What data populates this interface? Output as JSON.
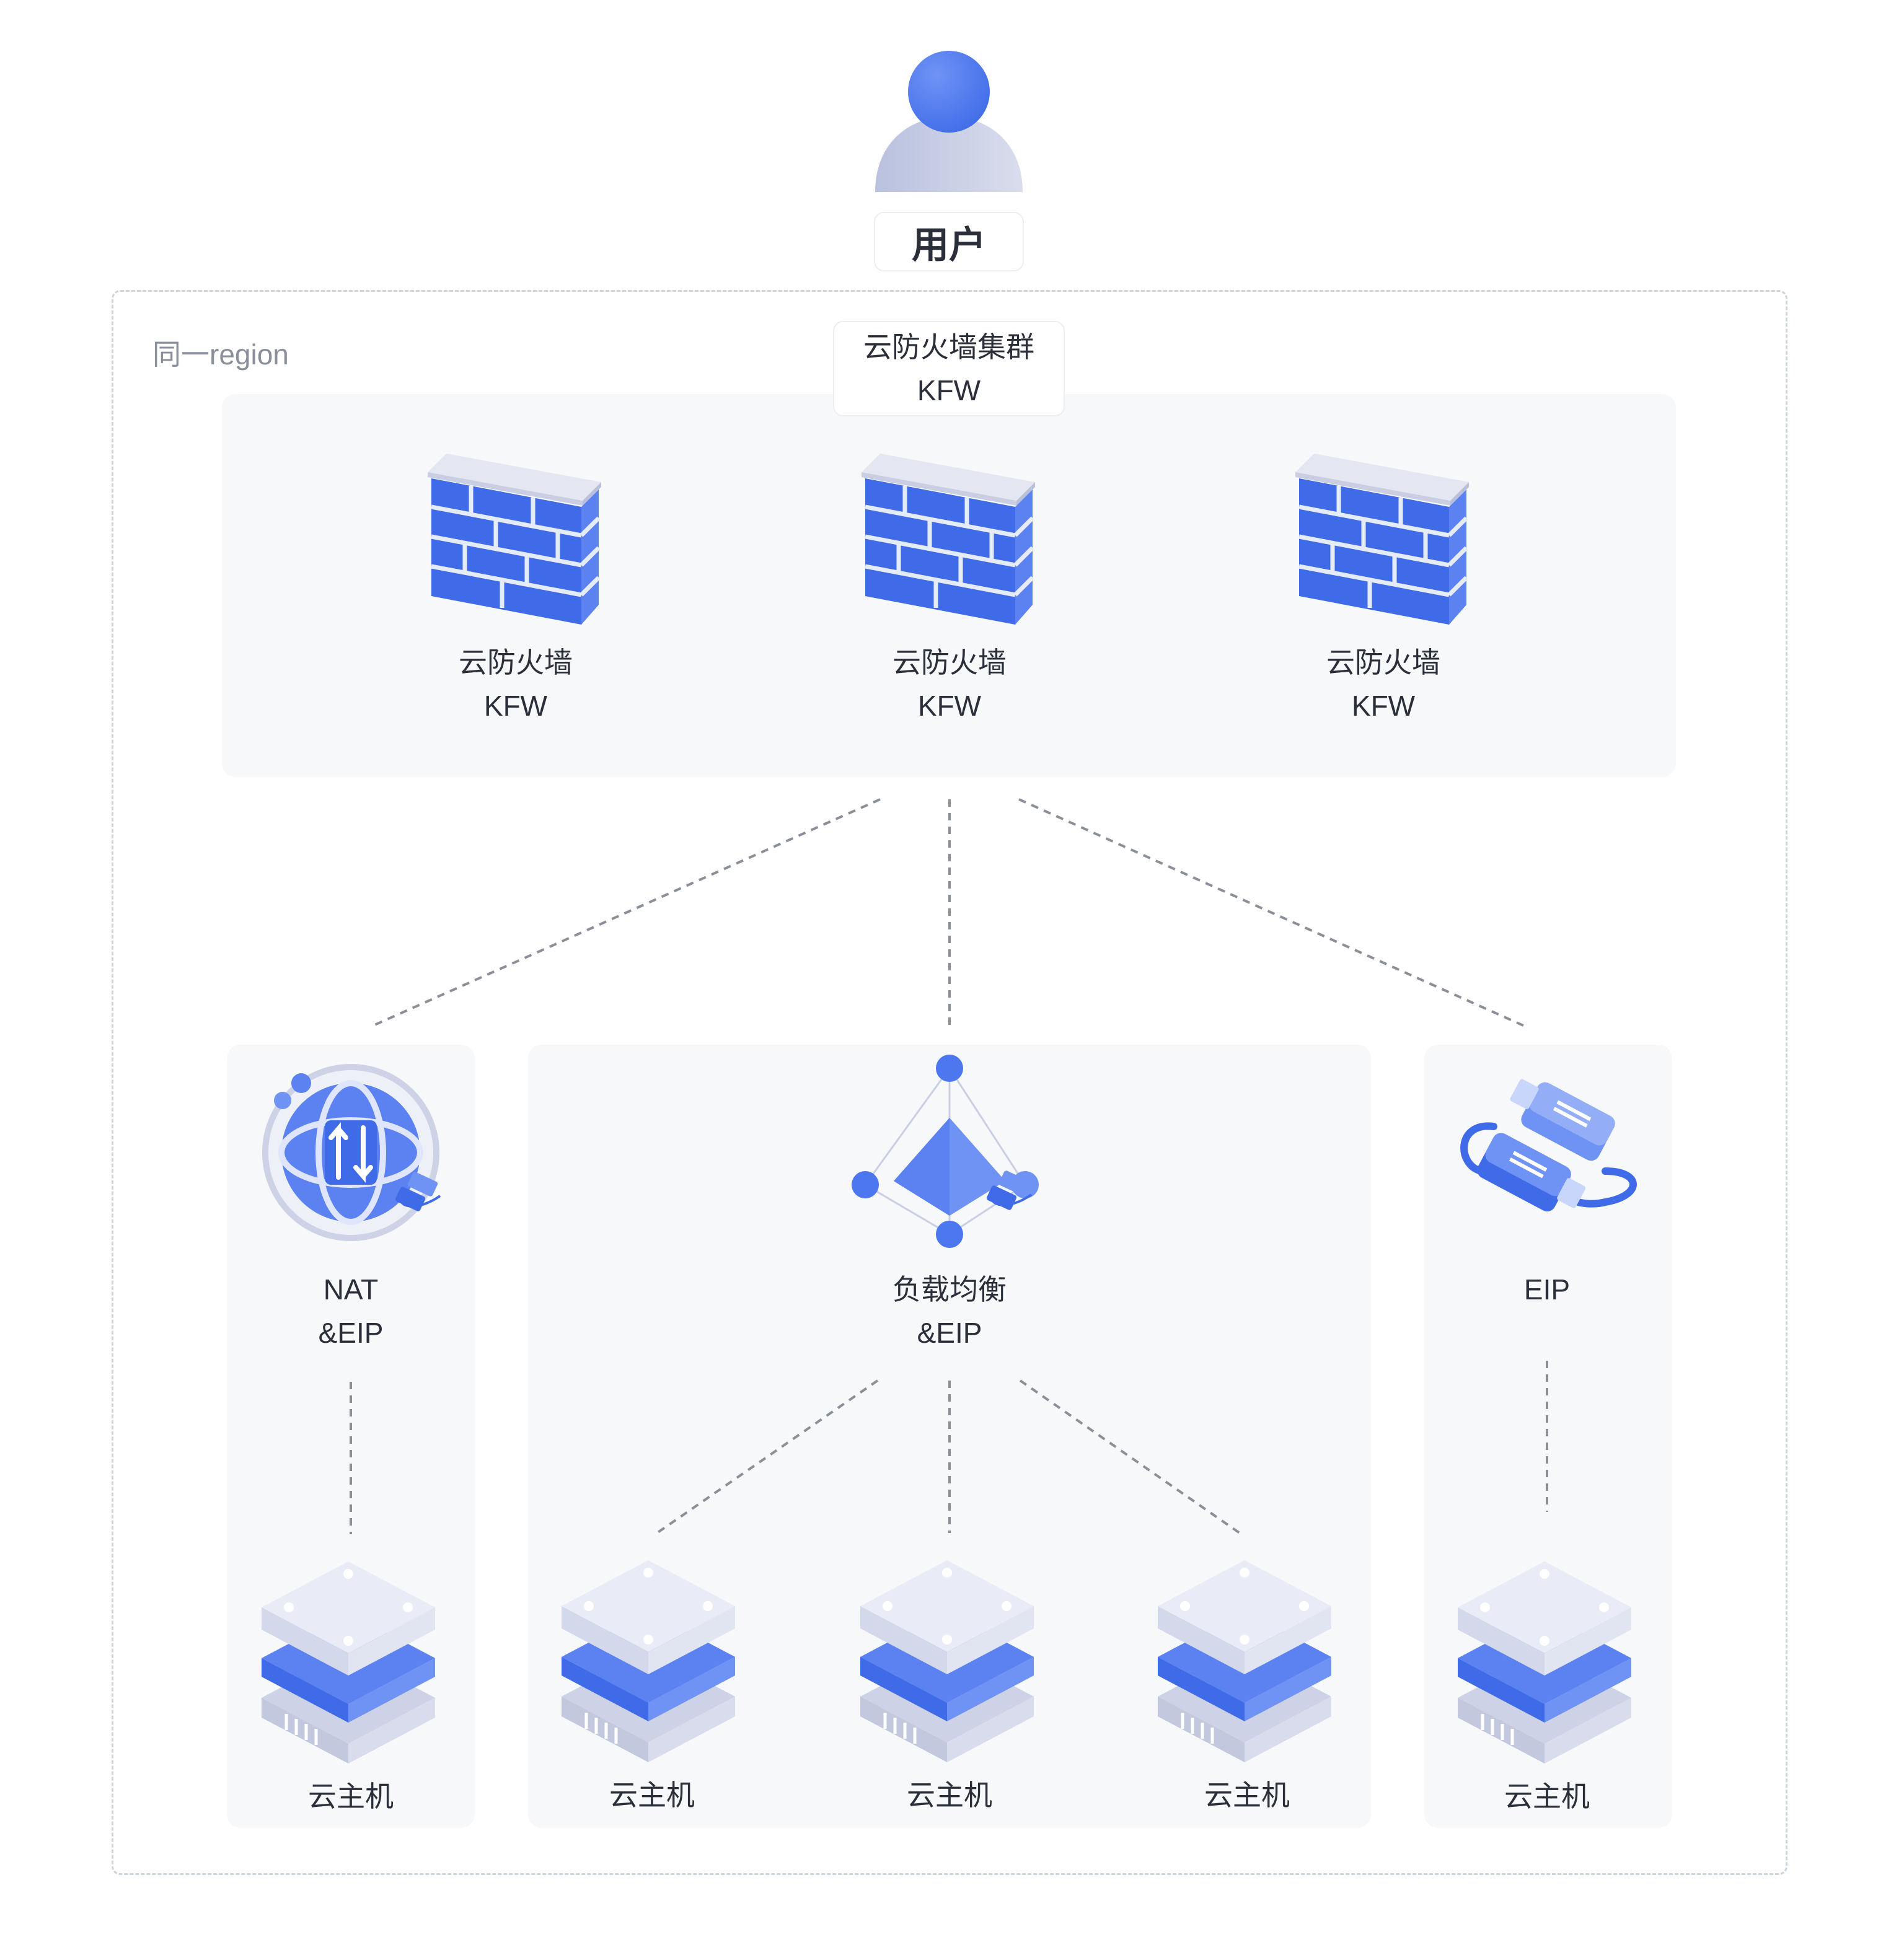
{
  "user": {
    "label": "用户"
  },
  "region": {
    "label": "同一region"
  },
  "cluster": {
    "line1": "云防火墙集群",
    "line2": "KFW"
  },
  "firewalls": [
    {
      "line1": "云防火墙",
      "line2": "KFW"
    },
    {
      "line1": "云防火墙",
      "line2": "KFW"
    },
    {
      "line1": "云防火墙",
      "line2": "KFW"
    }
  ],
  "gateways": {
    "nat": {
      "line1": "NAT",
      "line2": "&EIP"
    },
    "lb": {
      "line1": "负载均衡",
      "line2": "&EIP"
    },
    "eip": {
      "line1": "EIP"
    }
  },
  "hosts": [
    {
      "label": "云主机"
    },
    {
      "label": "云主机"
    },
    {
      "label": "云主机"
    },
    {
      "label": "云主机"
    },
    {
      "label": "云主机"
    }
  ],
  "colors": {
    "accent": "#3f6be8",
    "accent_light": "#6f93f5",
    "gray_light": "#e6e9f3",
    "frame": "#cfd3da",
    "panel": "#f7f8fa"
  },
  "icons": [
    "user-icon",
    "firewall-icon",
    "nat-globe-icon",
    "load-balancer-icon",
    "eip-cable-icon",
    "server-icon"
  ]
}
